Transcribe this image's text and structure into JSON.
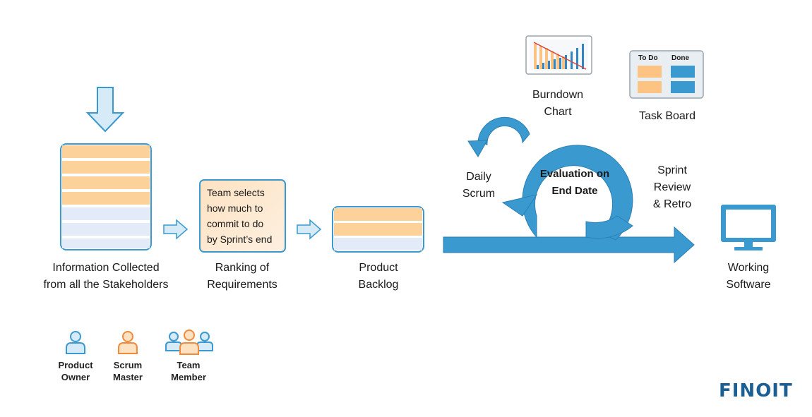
{
  "stages": {
    "info": "Information Collected\nfrom all the Stakeholders",
    "ranking": "Ranking of\nRequirements",
    "backlog": "Product\nBacklog",
    "working": "Working\nSoftware"
  },
  "ranking_note": [
    "Team selects",
    "how much to",
    "commit to do",
    "by Sprint’s end"
  ],
  "cycle": {
    "daily": "Daily\nScrum",
    "evaluation": "Evaluation on\nEnd Date",
    "sprint": "Sprint\nReview\n& Retro"
  },
  "artifacts": {
    "burndown": "Burndown\nChart",
    "taskboard": "Task Board",
    "todo": "To Do",
    "done": "Done"
  },
  "roles": [
    {
      "label": "Product\nOwner",
      "color": "#3a9ad0"
    },
    {
      "label": "Scrum\nMaster",
      "color": "#f08a3c"
    },
    {
      "label": "Team\nMember",
      "color": "#3a9ad0"
    }
  ],
  "brand": "FINOIT",
  "colors": {
    "blue": "#3a9ad0",
    "orange_row": "#fcd29a",
    "light_row": "#e2ebf7",
    "arrow_light": "#d6eaf7",
    "brand": "#1c5f95"
  }
}
